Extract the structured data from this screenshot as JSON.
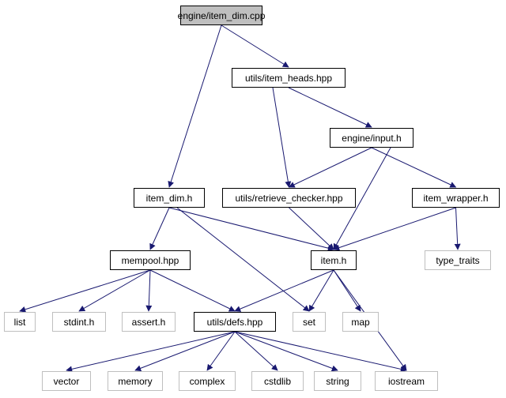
{
  "diagram": {
    "colors": {
      "edge": "#191970",
      "root_fill": "#bfbfbf",
      "node_border": "#000000",
      "system_border": "#bfbfbf"
    },
    "nodes": {
      "item_dim_cpp": "engine/item_dim.cpp",
      "item_heads_hpp": "utils/item_heads.hpp",
      "input_h": "engine/input.h",
      "item_dim_h": "item_dim.h",
      "retrieve_checker_hpp": "utils/retrieve_checker.hpp",
      "item_wrapper_h": "item_wrapper.h",
      "mempool_hpp": "mempool.hpp",
      "item_h": "item.h",
      "type_traits": "type_traits",
      "list": "list",
      "stdint_h": "stdint.h",
      "assert_h": "assert.h",
      "defs_hpp": "utils/defs.hpp",
      "set": "set",
      "map": "map",
      "vector": "vector",
      "memory": "memory",
      "complex": "complex",
      "cstdlib": "cstdlib",
      "string": "string",
      "iostream": "iostream"
    },
    "edges": [
      [
        "item_dim_cpp",
        "item_heads_hpp"
      ],
      [
        "item_dim_cpp",
        "item_dim_h"
      ],
      [
        "item_heads_hpp",
        "input_h"
      ],
      [
        "item_heads_hpp",
        "retrieve_checker_hpp"
      ],
      [
        "input_h",
        "retrieve_checker_hpp"
      ],
      [
        "input_h",
        "item_wrapper_h"
      ],
      [
        "input_h",
        "item_h"
      ],
      [
        "item_dim_h",
        "mempool_hpp"
      ],
      [
        "item_dim_h",
        "item_h"
      ],
      [
        "item_dim_h",
        "set"
      ],
      [
        "retrieve_checker_hpp",
        "item_h"
      ],
      [
        "item_wrapper_h",
        "item_h"
      ],
      [
        "item_wrapper_h",
        "type_traits"
      ],
      [
        "mempool_hpp",
        "list"
      ],
      [
        "mempool_hpp",
        "stdint_h"
      ],
      [
        "mempool_hpp",
        "assert_h"
      ],
      [
        "mempool_hpp",
        "defs_hpp"
      ],
      [
        "item_h",
        "defs_hpp"
      ],
      [
        "item_h",
        "set"
      ],
      [
        "item_h",
        "map"
      ],
      [
        "item_h",
        "iostream"
      ],
      [
        "defs_hpp",
        "vector"
      ],
      [
        "defs_hpp",
        "memory"
      ],
      [
        "defs_hpp",
        "complex"
      ],
      [
        "defs_hpp",
        "cstdlib"
      ],
      [
        "defs_hpp",
        "string"
      ],
      [
        "defs_hpp",
        "iostream"
      ]
    ]
  }
}
